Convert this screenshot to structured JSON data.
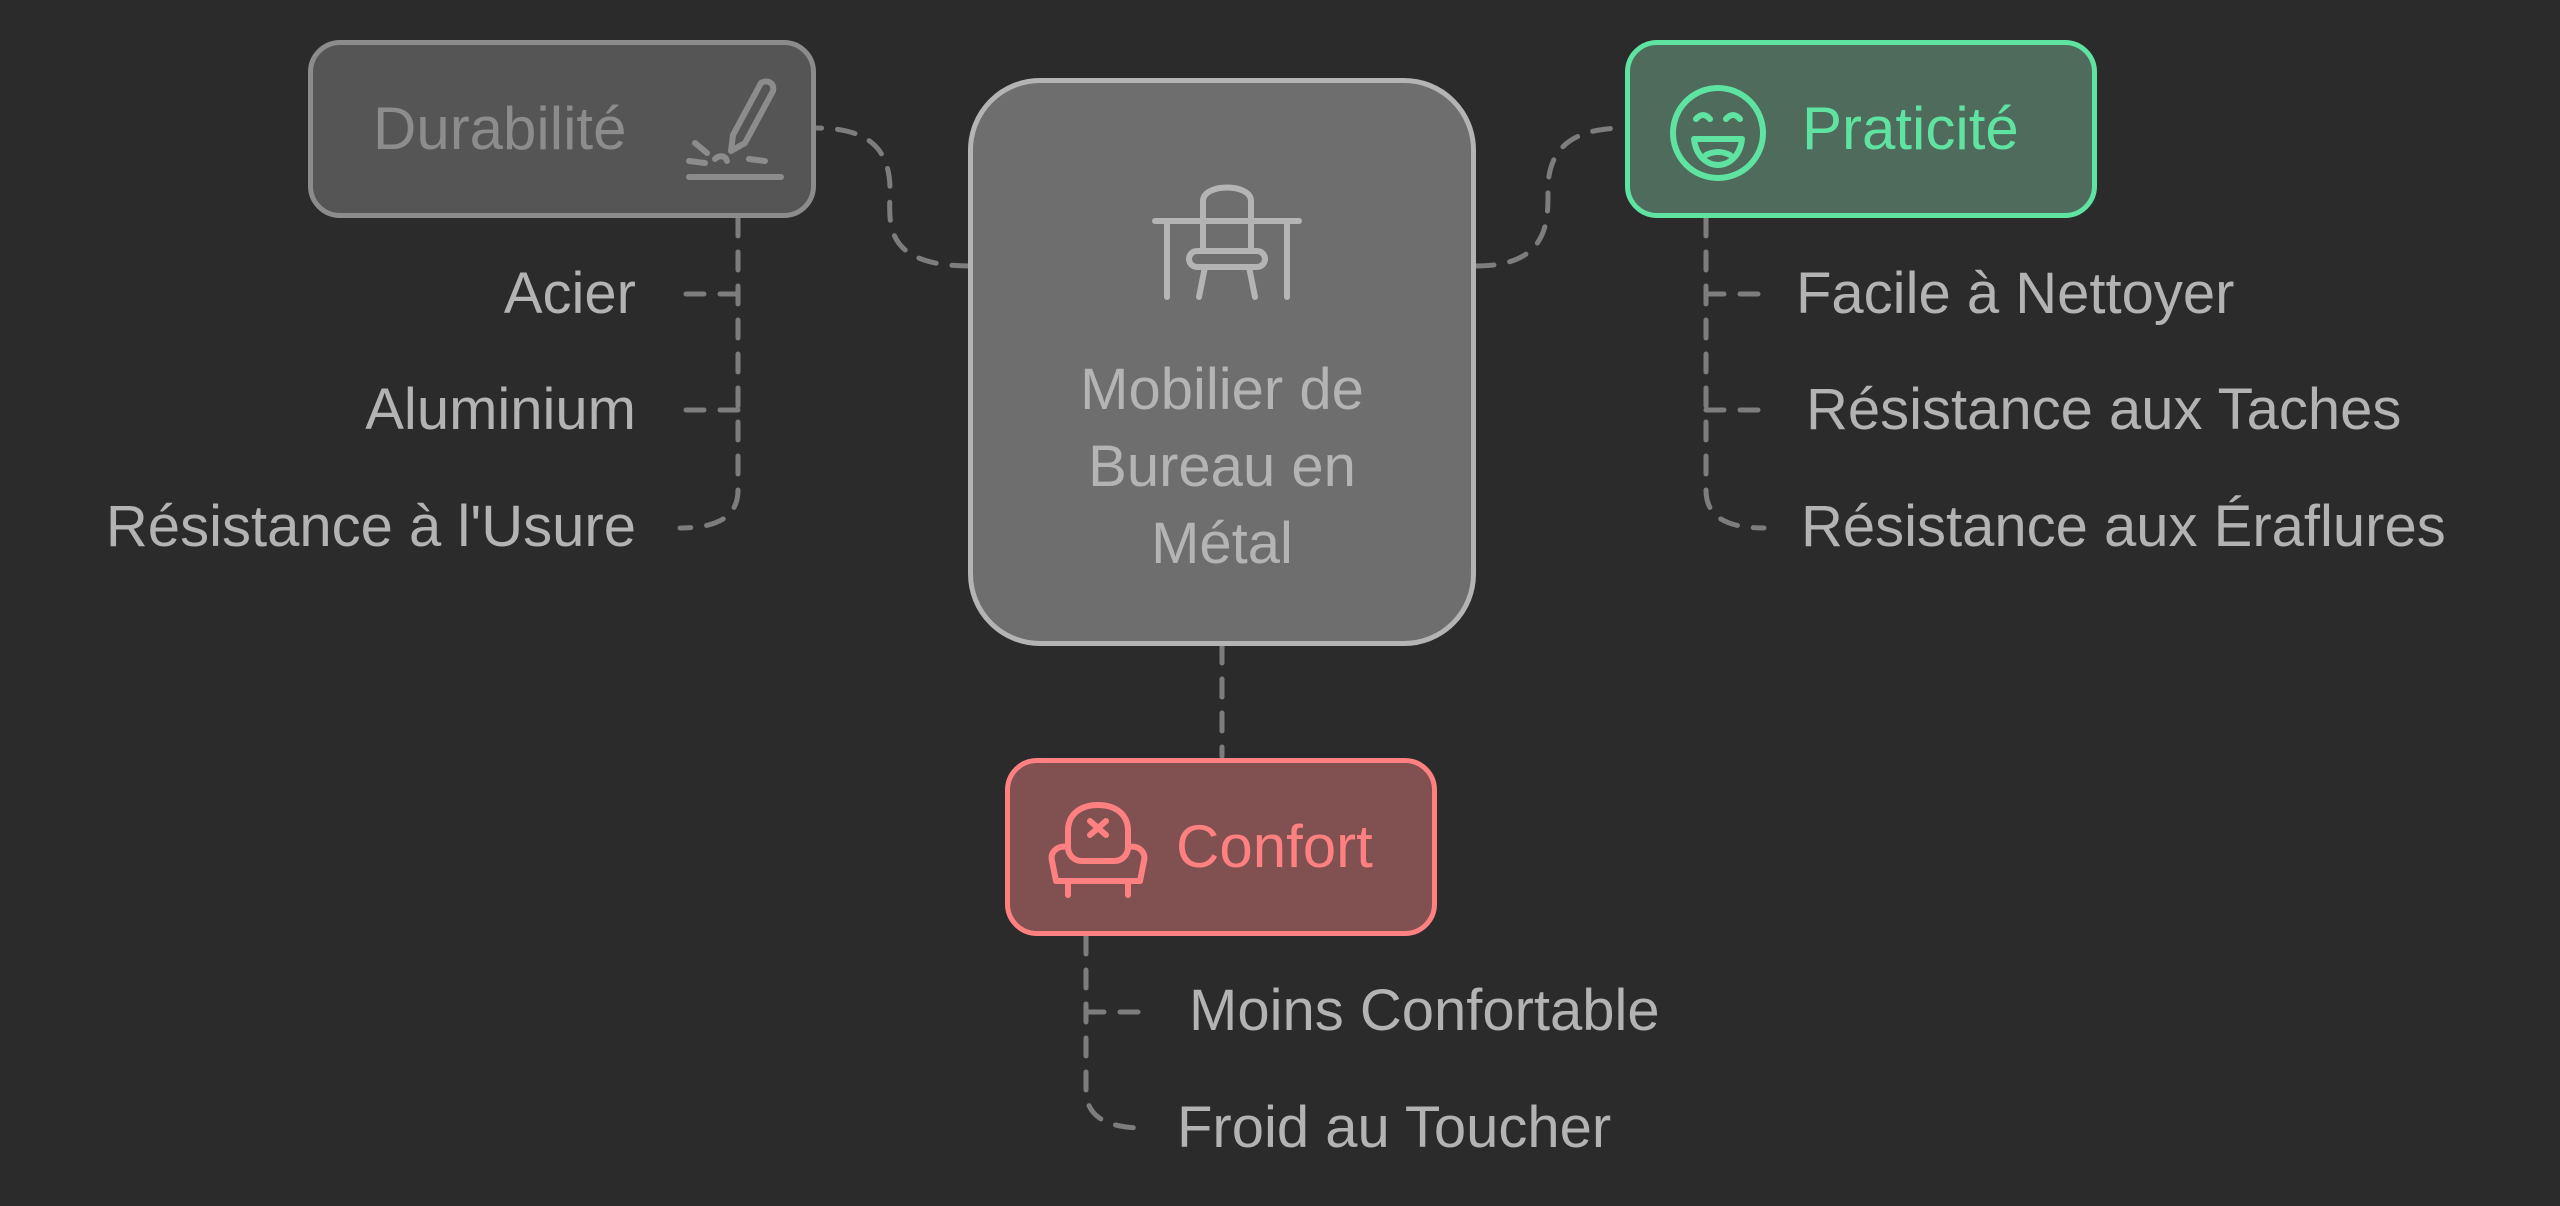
{
  "central_topic": {
    "lines": [
      "Mobilier de",
      "Bureau en",
      "Métal"
    ],
    "icon": "desk-chair-icon"
  },
  "branches": {
    "durabilite": {
      "label": "Durabilité",
      "icon": "pen-scribble-icon",
      "color": "#8c8c8c",
      "fill": "#555555",
      "items": [
        "Acier",
        "Aluminium",
        "Résistance à l'Usure"
      ]
    },
    "praticite": {
      "label": "Praticité",
      "icon": "laughing-face-icon",
      "color": "#5fe3a1",
      "fill": "#4f6b5c",
      "items": [
        "Facile à Nettoyer",
        "Résistance aux Taches",
        "Résistance aux Éraflures"
      ]
    },
    "confort": {
      "label": "Confort",
      "icon": "armchair-icon",
      "color": "#ff8080",
      "fill": "#815050",
      "items": [
        "Moins Confortable",
        "Froid au Toucher"
      ]
    }
  }
}
